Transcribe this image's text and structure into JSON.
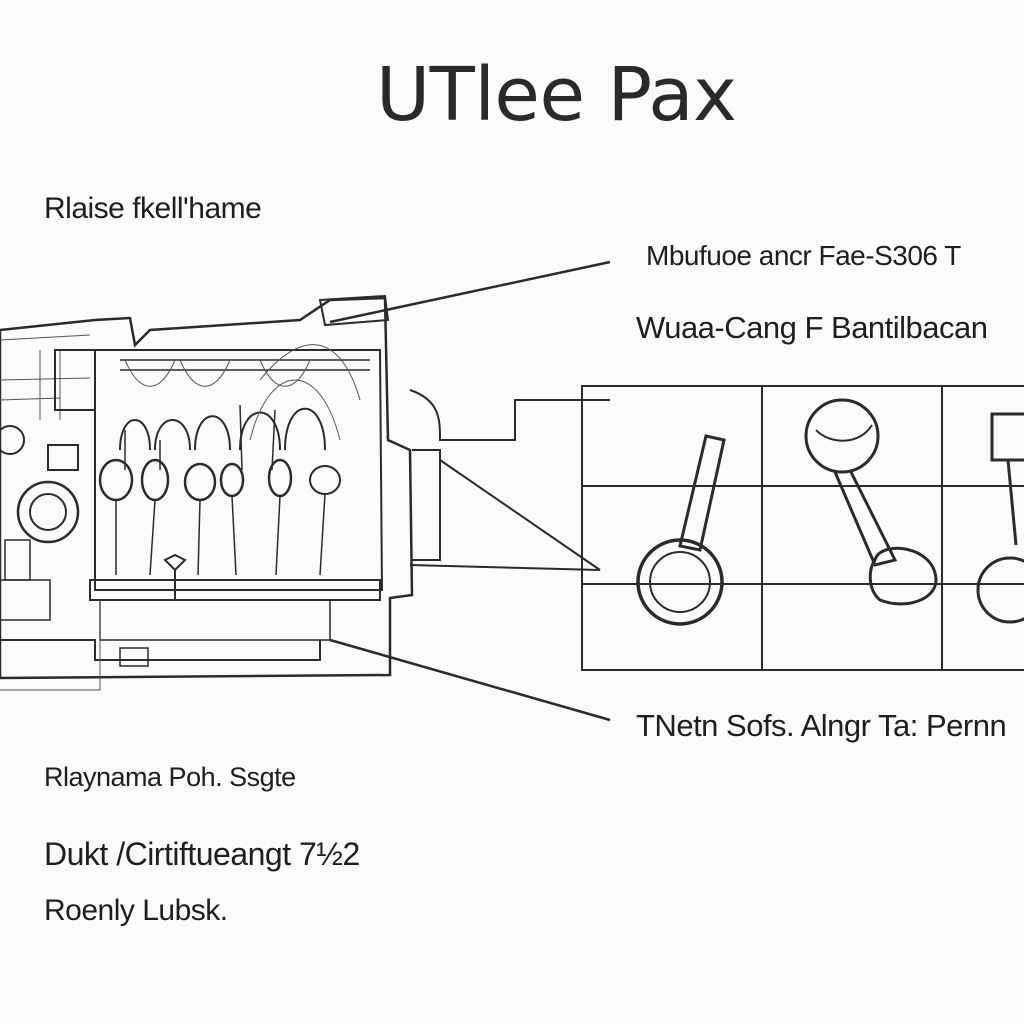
{
  "title": "UTlee Pax",
  "labels": {
    "top_left": "Rlaise fkell'hame",
    "right_1": "Mbufuoe ancr Fae-S306 T",
    "right_2": "Wuaa-Cang F Bantilbacan",
    "right_3": "TNetn Sofs. Alngr Ta: Pernn",
    "bottom_1": "Rlaynama Poh. Ssgte",
    "bottom_2": "Dukt /Cirtiftueangt 7½2",
    "bottom_3": "Roenly Lubsk."
  }
}
